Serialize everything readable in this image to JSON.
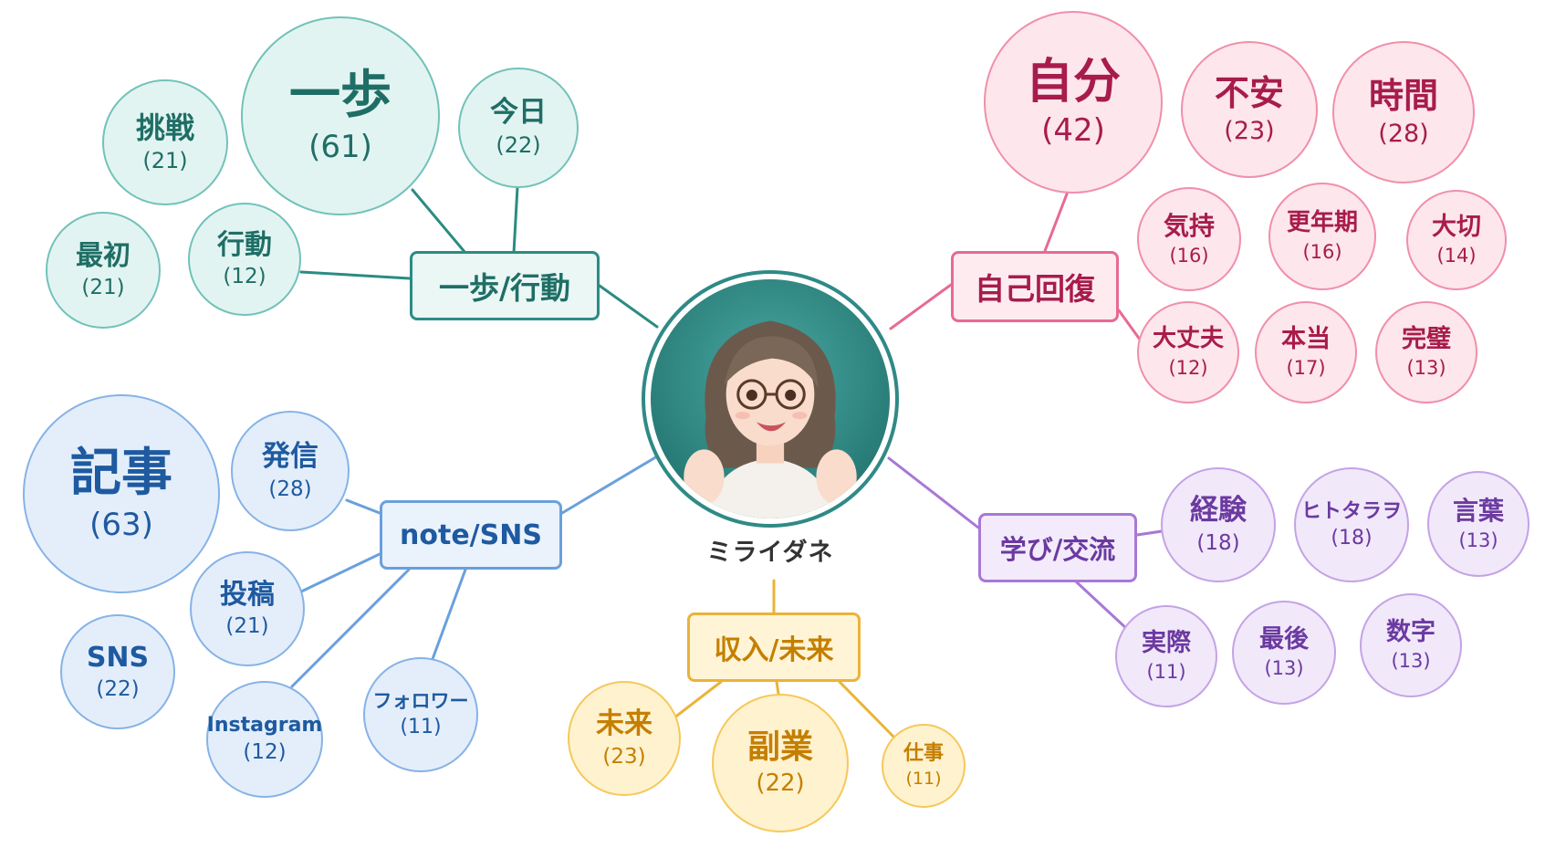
{
  "center": {
    "name": "ミライダネ",
    "image_alt": "smiling woman with glasses illustration"
  },
  "colors": {
    "teal": "#2a8c83",
    "pink": "#e76a93",
    "blue": "#6aa0dc",
    "purple": "#a878d6",
    "yellow": "#eab33a"
  },
  "groups": [
    {
      "id": "teal",
      "hub": "一歩/行動",
      "nodes": [
        {
          "word": "一歩",
          "count": "(61)"
        },
        {
          "word": "挑戦",
          "count": "(21)"
        },
        {
          "word": "今日",
          "count": "(22)"
        },
        {
          "word": "最初",
          "count": "(21)"
        },
        {
          "word": "行動",
          "count": "(12)"
        }
      ]
    },
    {
      "id": "pink",
      "hub": "自己回復",
      "nodes": [
        {
          "word": "自分",
          "count": "(42)"
        },
        {
          "word": "不安",
          "count": "(23)"
        },
        {
          "word": "時間",
          "count": "(28)"
        },
        {
          "word": "気持",
          "count": "(16)"
        },
        {
          "word": "更年期",
          "count": "(16)"
        },
        {
          "word": "大切",
          "count": "(14)"
        },
        {
          "word": "大丈夫",
          "count": "(12)"
        },
        {
          "word": "本当",
          "count": "(17)"
        },
        {
          "word": "完璧",
          "count": "(13)"
        }
      ]
    },
    {
      "id": "blue",
      "hub": "note/SNS",
      "nodes": [
        {
          "word": "記事",
          "count": "(63)"
        },
        {
          "word": "発信",
          "count": "(28)"
        },
        {
          "word": "投稿",
          "count": "(21)"
        },
        {
          "word": "SNS",
          "count": "(22)"
        },
        {
          "word": "Instagram",
          "count": "(12)"
        },
        {
          "word": "フォロワー",
          "count": "(11)"
        }
      ]
    },
    {
      "id": "purple",
      "hub": "学び/交流",
      "nodes": [
        {
          "word": "経験",
          "count": "(18)"
        },
        {
          "word": "ヒトタラヲ",
          "count": "(18)"
        },
        {
          "word": "言葉",
          "count": "(13)"
        },
        {
          "word": "実際",
          "count": "(11)"
        },
        {
          "word": "最後",
          "count": "(13)"
        },
        {
          "word": "数字",
          "count": "(13)"
        }
      ]
    },
    {
      "id": "yellow",
      "hub": "収入/未来",
      "nodes": [
        {
          "word": "未来",
          "count": "(23)"
        },
        {
          "word": "副業",
          "count": "(22)"
        },
        {
          "word": "仕事",
          "count": "(11)"
        }
      ]
    }
  ]
}
